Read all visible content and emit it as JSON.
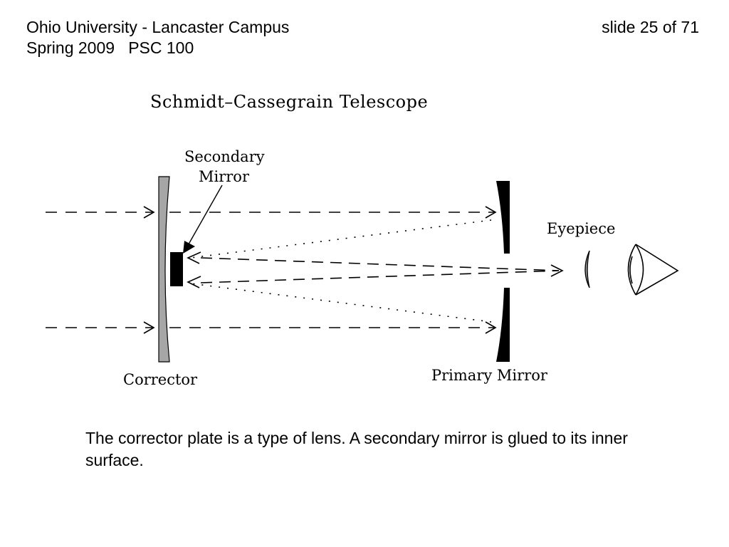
{
  "header": {
    "institution": "Ohio University - Lancaster Campus",
    "term_course": "Spring 2009   PSC 100",
    "slide_counter": "slide 25 of 71"
  },
  "diagram": {
    "title": "Schmidt–Cassegrain Telescope",
    "labels": {
      "secondary_line1": "Secondary",
      "secondary_line2": "Mirror",
      "eyepiece": "Eyepiece",
      "corrector": "Corrector",
      "primary_mirror": "Primary Mirror"
    },
    "colors": {
      "corrector_fill": "#a6a6a6",
      "mirror_fill": "#000000",
      "line": "#000000"
    }
  },
  "caption": "The corrector plate is a type of lens.  A secondary mirror is glued to its inner surface."
}
